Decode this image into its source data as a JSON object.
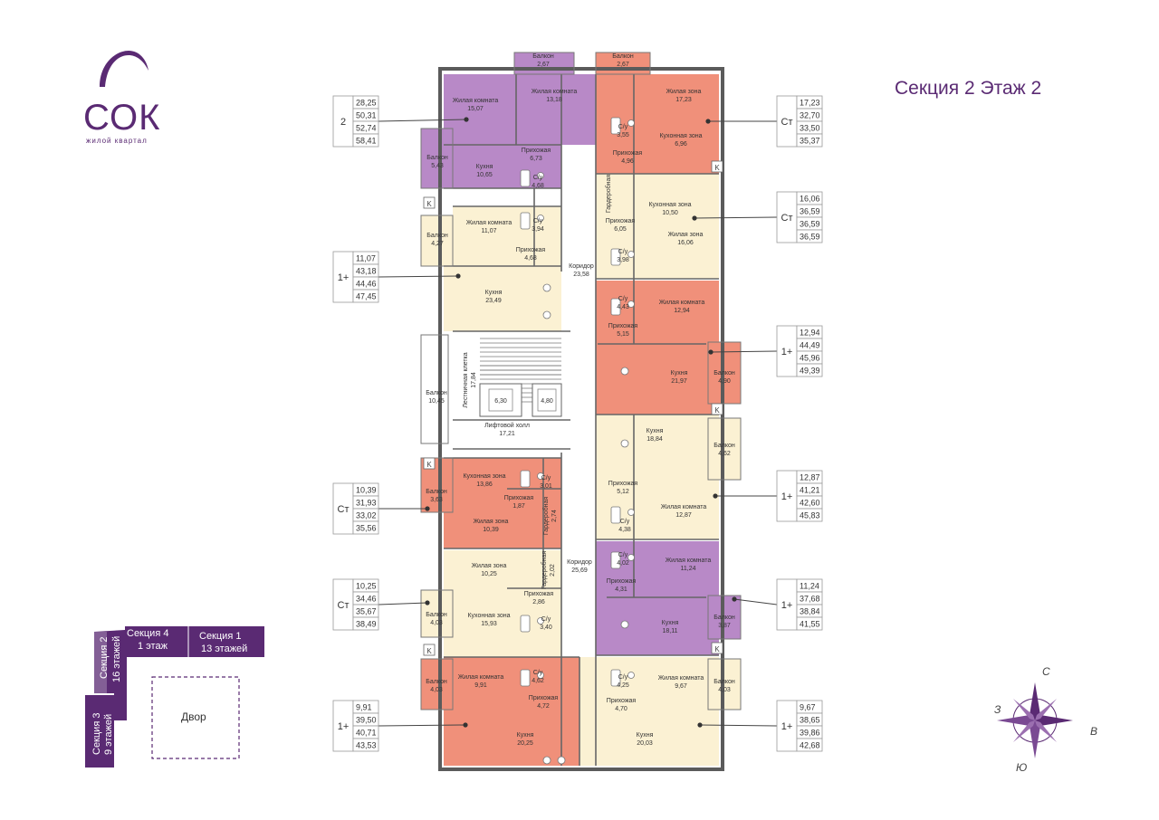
{
  "logo": {
    "word": "СОК",
    "subtitle": "жилой квартал"
  },
  "section_title": "Секция 2  Этаж 2",
  "colors": {
    "purple": "#b889c7",
    "salmon": "#f0907a",
    "cream": "#fbf1d3",
    "white": "#ffffff",
    "brand": "#5a2a73"
  },
  "units": [
    {
      "type": "2",
      "areas": [
        "28,25",
        "50,31",
        "52,74",
        "58,41"
      ]
    },
    {
      "type": "1+",
      "areas": [
        "11,07",
        "43,18",
        "44,46",
        "47,45"
      ]
    },
    {
      "type": "Ст",
      "areas": [
        "10,39",
        "31,93",
        "33,02",
        "35,56"
      ]
    },
    {
      "type": "Ст",
      "areas": [
        "10,25",
        "34,46",
        "35,67",
        "38,49"
      ]
    },
    {
      "type": "1+",
      "areas": [
        "9,91",
        "39,50",
        "40,71",
        "43,53"
      ]
    },
    {
      "type": "Ст",
      "areas": [
        "17,23",
        "32,70",
        "33,50",
        "35,37"
      ]
    },
    {
      "type": "Ст",
      "areas": [
        "16,06",
        "36,59",
        "36,59",
        "36,59"
      ]
    },
    {
      "type": "1+",
      "areas": [
        "12,94",
        "44,49",
        "45,96",
        "49,39"
      ]
    },
    {
      "type": "1+",
      "areas": [
        "12,87",
        "41,21",
        "42,60",
        "45,83"
      ]
    },
    {
      "type": "1+",
      "areas": [
        "11,24",
        "37,68",
        "38,84",
        "41,55"
      ]
    },
    {
      "type": "1+",
      "areas": [
        "9,67",
        "38,65",
        "39,86",
        "42,68"
      ]
    }
  ],
  "rooms": [
    {
      "label": "Балкон",
      "area": "2,67"
    },
    {
      "label": "Балкон",
      "area": "2,67"
    },
    {
      "label": "Жилая комната",
      "area": "15,07"
    },
    {
      "label": "Жилая комната",
      "area": "13,18"
    },
    {
      "label": "Прихожая",
      "area": "6,73"
    },
    {
      "label": "Балкон",
      "area": "5,43"
    },
    {
      "label": "Кухня",
      "area": "10,65"
    },
    {
      "label": "С/у",
      "area": "4,68"
    },
    {
      "label": "Жилая комната",
      "area": "11,07"
    },
    {
      "label": "С/у",
      "area": "3,94"
    },
    {
      "label": "Балкон",
      "area": "4,27"
    },
    {
      "label": "Прихожая",
      "area": "4,68"
    },
    {
      "label": "Кухня",
      "area": "23,49"
    },
    {
      "label": "Коридор",
      "area": "23,58"
    },
    {
      "label": "Лестничная клетка",
      "area": "17,84"
    },
    {
      "label": "Балкон",
      "area": "10,45"
    },
    {
      "label": "Лифтовой холл",
      "area": "17,21"
    },
    {
      "label": "Кухонная зона",
      "area": "13,86"
    },
    {
      "label": "С/у",
      "area": "3,01"
    },
    {
      "label": "Прихожая",
      "area": "1,87"
    },
    {
      "label": "Балкон",
      "area": "3,63"
    },
    {
      "label": "Жилая зона",
      "area": "10,39"
    },
    {
      "label": "Гардеробная",
      "area": "2,74"
    },
    {
      "label": "Жилая зона",
      "area": "10,25"
    },
    {
      "label": "Гардеробная",
      "area": "2,02"
    },
    {
      "label": "Коридор",
      "area": "25,69"
    },
    {
      "label": "Прихожая",
      "area": "2,86"
    },
    {
      "label": "Балкон",
      "area": "4,03"
    },
    {
      "label": "Кухонная зона",
      "area": "15,93"
    },
    {
      "label": "С/у",
      "area": "3,40"
    },
    {
      "label": "Балкон",
      "area": "4,03"
    },
    {
      "label": "Жилая комната",
      "area": "9,91"
    },
    {
      "label": "С/у",
      "area": "4,62"
    },
    {
      "label": "Прихожая",
      "area": "4,72"
    },
    {
      "label": "Кухня",
      "area": "20,25"
    },
    {
      "label": "Жилая зона",
      "area": "17,23"
    },
    {
      "label": "С/у",
      "area": "3,55"
    },
    {
      "label": "Кухонная зона",
      "area": "6,96"
    },
    {
      "label": "Прихожая",
      "area": "4,96"
    },
    {
      "label": "Гардеробная",
      "area": ""
    },
    {
      "label": "Кухонная зона",
      "area": "10,50"
    },
    {
      "label": "Прихожая",
      "area": "6,05"
    },
    {
      "label": "Жилая зона",
      "area": "16,06"
    },
    {
      "label": "С/у",
      "area": "3,98"
    },
    {
      "label": "С/у",
      "area": "4,43"
    },
    {
      "label": "Жилая комната",
      "area": "12,94"
    },
    {
      "label": "Прихожая",
      "area": "5,15"
    },
    {
      "label": "Кухня",
      "area": "21,97"
    },
    {
      "label": "Балкон",
      "area": "4,90"
    },
    {
      "label": "Кухня",
      "area": "18,84"
    },
    {
      "label": "Балкон",
      "area": "4,62"
    },
    {
      "label": "Прихожая",
      "area": "5,12"
    },
    {
      "label": "Жилая комната",
      "area": "12,87"
    },
    {
      "label": "С/у",
      "area": "4,38"
    },
    {
      "label": "С/у",
      "area": "4,02"
    },
    {
      "label": "Жилая комната",
      "area": "11,24"
    },
    {
      "label": "Прихожая",
      "area": "4,31"
    },
    {
      "label": "Кухня",
      "area": "18,11"
    },
    {
      "label": "Балкон",
      "area": "3,87"
    },
    {
      "label": "С/у",
      "area": "4,25"
    },
    {
      "label": "Жилая комната",
      "area": "9,67"
    },
    {
      "label": "Балкон",
      "area": "4,03"
    },
    {
      "label": "Прихожая",
      "area": "4,70"
    },
    {
      "label": "Кухня",
      "area": "20,03"
    }
  ],
  "lifts": [
    "6,30",
    "4,80"
  ],
  "minimap": {
    "section4": {
      "title": "Секция 4",
      "floors": "1 этаж"
    },
    "section1": {
      "title": "Секция 1",
      "floors": "13 этажей"
    },
    "section2": {
      "title": "Секция 2",
      "floors": "16 этажей"
    },
    "section3": {
      "title": "Секция 3",
      "floors": "9 этажей"
    },
    "yard": "Двор"
  },
  "compass": {
    "n": "С",
    "s": "Ю",
    "w": "З",
    "e": "В"
  }
}
